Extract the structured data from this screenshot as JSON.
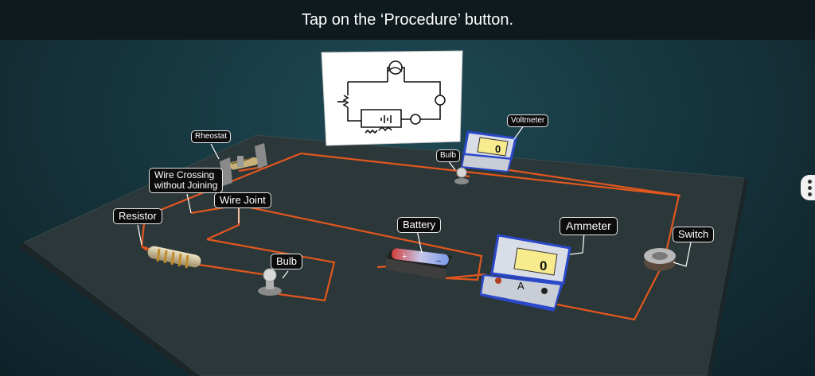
{
  "instruction": "Tap on the ‘Procedure’ button.",
  "labels": {
    "rheostat": "Rheostat",
    "wire_crossing": "Wire Crossing\nwithout Joining",
    "wire_joint": "Wire Joint",
    "resistor": "Resistor",
    "bulb_front": "Bulb",
    "battery": "Battery",
    "bulb_back": "Bulb",
    "voltmeter": "Voltmeter",
    "ammeter": "Ammeter",
    "switch": "Switch"
  },
  "meters": {
    "voltmeter_reading": "0",
    "ammeter_reading": "0",
    "ammeter_symbol": "A"
  },
  "icons": {
    "menu": "more-vertical-icon"
  },
  "colors": {
    "wire": "#e2571e",
    "board": "#2a3638",
    "meter_blue": "#2b48c9"
  }
}
